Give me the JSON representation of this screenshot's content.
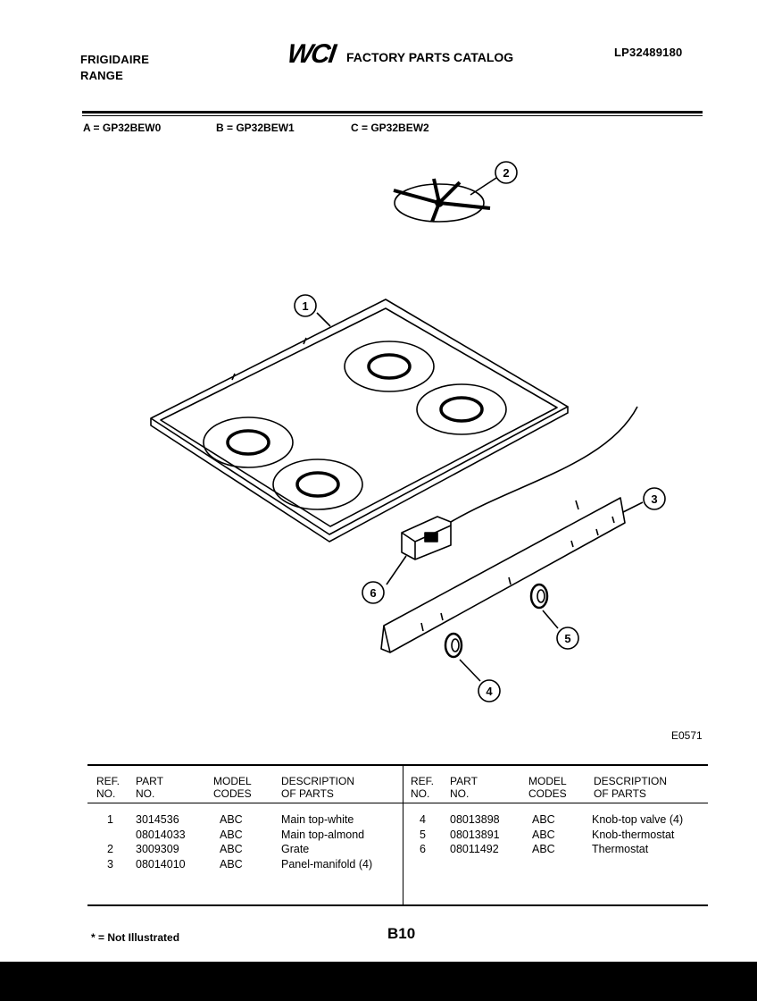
{
  "header": {
    "brand": "FRIGIDAIRE",
    "product": "RANGE",
    "logo": "WCI",
    "catalog_title": "FACTORY PARTS CATALOG",
    "catalog_number": "LP32489180"
  },
  "models": [
    "A = GP32BEW0",
    "B = GP32BEW1",
    "C = GP32BEW2"
  ],
  "diagram": {
    "callouts": [
      "1",
      "2",
      "3",
      "4",
      "5",
      "6"
    ],
    "figure_code": "E0571"
  },
  "table": {
    "headers": {
      "ref": [
        "REF.",
        "NO."
      ],
      "part": [
        "PART",
        "NO."
      ],
      "model": [
        "MODEL",
        "CODES"
      ],
      "desc": [
        "DESCRIPTION",
        "OF PARTS"
      ]
    },
    "left_rows": [
      {
        "ref": "1",
        "part": "3014536",
        "codes": "ABC",
        "desc": "Main top-white"
      },
      {
        "ref": "",
        "part": "08014033",
        "codes": "ABC",
        "desc": "Main top-almond"
      },
      {
        "ref": "2",
        "part": "3009309",
        "codes": "ABC",
        "desc": "Grate"
      },
      {
        "ref": "3",
        "part": "08014010",
        "codes": "ABC",
        "desc": "Panel-manifold (4)"
      }
    ],
    "right_rows": [
      {
        "ref": "4",
        "part": "08013898",
        "codes": "ABC",
        "desc": "Knob-top valve (4)"
      },
      {
        "ref": "5",
        "part": "08013891",
        "codes": "ABC",
        "desc": "Knob-thermostat"
      },
      {
        "ref": "6",
        "part": "08011492",
        "codes": "ABC",
        "desc": "Thermostat"
      }
    ]
  },
  "footer": {
    "note": "* = Not Illustrated",
    "page_code": "B10"
  }
}
